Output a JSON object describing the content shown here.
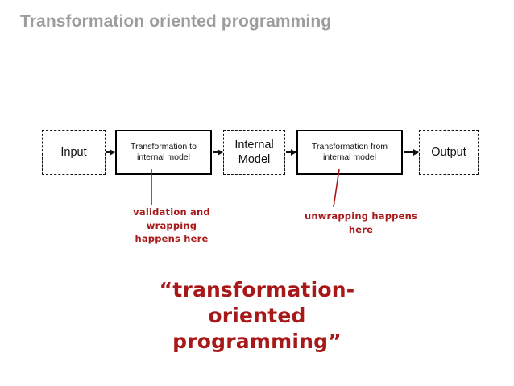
{
  "slide": {
    "title": "Transformation oriented programming",
    "title_color": "#9d9d9d",
    "background_color": "#ffffff"
  },
  "diagram": {
    "accent_color": "#a81818",
    "line_color": "#111111",
    "nodes": [
      {
        "id": "input",
        "label": "Input",
        "style": "dashed"
      },
      {
        "id": "transform-to",
        "label": "Transformation to internal model",
        "style": "solid"
      },
      {
        "id": "internal-model",
        "label": "Internal Model",
        "style": "dashed"
      },
      {
        "id": "transform-from",
        "label": "Transformation from internal model",
        "style": "solid"
      },
      {
        "id": "output",
        "label": "Output",
        "style": "dashed"
      }
    ],
    "annotations": [
      {
        "id": "validation",
        "text": "validation and wrapping\nhappens here"
      },
      {
        "id": "unwrapping",
        "text": "unwrapping happens here"
      }
    ]
  },
  "quote": {
    "text": "“transformation-oriented programming”"
  }
}
